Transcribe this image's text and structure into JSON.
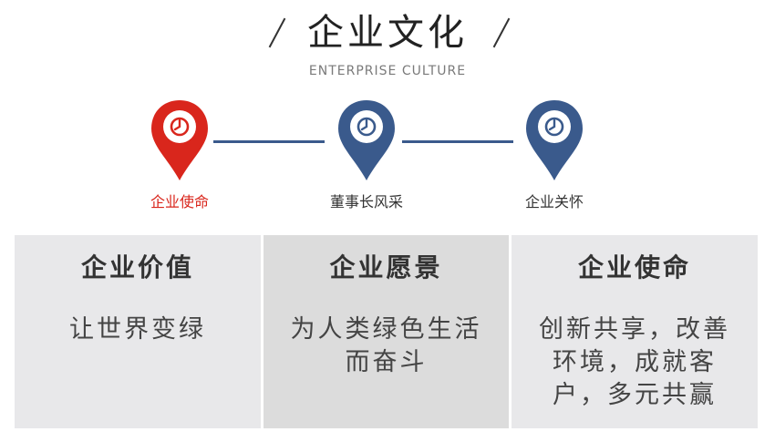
{
  "header": {
    "title": "企业文化",
    "subtitle": "ENTERPRISE CULTURE"
  },
  "colors": {
    "active": "#d9261c",
    "inactive": "#3a5a8c",
    "panel_bg": "#e8e8ea",
    "panel_bg_mid": "#dcdcdc"
  },
  "timeline": {
    "items": [
      {
        "label": "企业使命",
        "active": true,
        "icon": "clock-icon"
      },
      {
        "label": "董事长风采",
        "active": false,
        "icon": "clock-icon"
      },
      {
        "label": "企业关怀",
        "active": false,
        "icon": "clock-icon"
      }
    ]
  },
  "panels": [
    {
      "heading": "企业价值",
      "body": "让世界变绿"
    },
    {
      "heading": "企业愿景",
      "body": "为人类绿色生活而奋斗"
    },
    {
      "heading": "企业使命",
      "body": "创新共享，改善环境，成就客户，多元共赢"
    }
  ]
}
